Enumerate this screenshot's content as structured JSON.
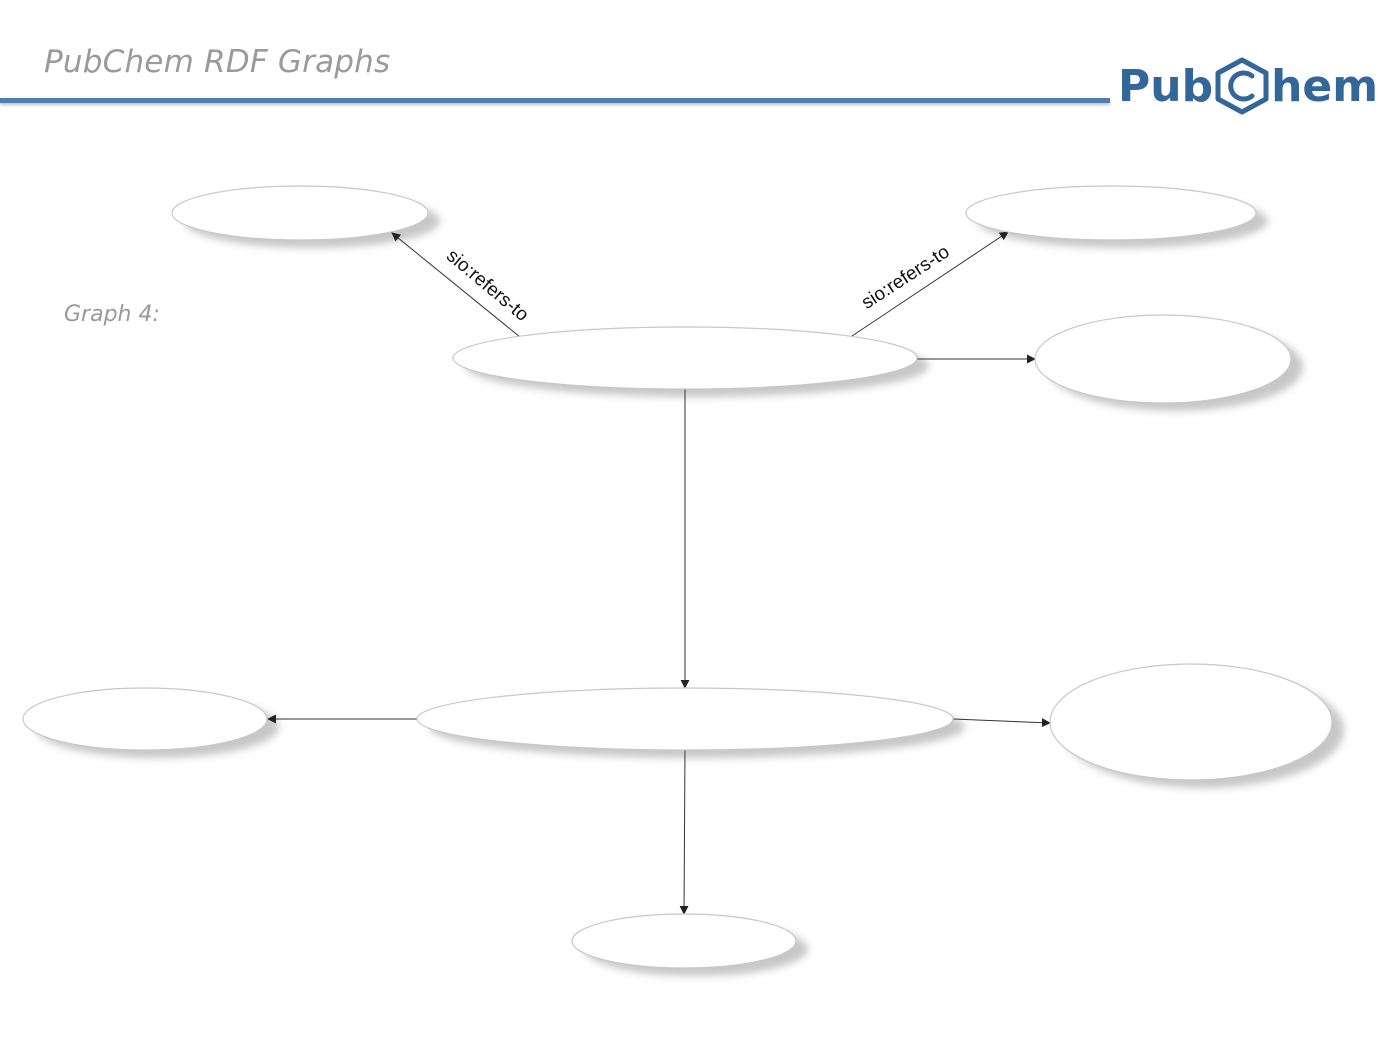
{
  "header": {
    "title": "PubChem RDF Graphs",
    "logo": {
      "text_before": "Pub",
      "text_after": "hem",
      "icon": "hexagon-c-icon",
      "color": "#336699"
    },
    "rule_color": "#4f7eb1"
  },
  "graph_label": "Graph 4:",
  "diagram": {
    "node_fill": "#ffffff",
    "node_stroke": "#c8c8c8",
    "edge_color": "#333333",
    "nodes": [
      {
        "id": "top-left",
        "label": ""
      },
      {
        "id": "top-right",
        "label": ""
      },
      {
        "id": "center-upper",
        "label": ""
      },
      {
        "id": "right-upper",
        "label": ""
      },
      {
        "id": "center-lower",
        "label": ""
      },
      {
        "id": "left-lower",
        "label": ""
      },
      {
        "id": "right-lower",
        "label": ""
      },
      {
        "id": "bottom",
        "label": ""
      }
    ],
    "edges": [
      {
        "from": "center-upper",
        "to": "top-left",
        "label": "sio:refers-to"
      },
      {
        "from": "center-upper",
        "to": "top-right",
        "label": "sio:refers-to"
      },
      {
        "from": "center-upper",
        "to": "right-upper",
        "label": ""
      },
      {
        "from": "center-upper",
        "to": "center-lower",
        "label": ""
      },
      {
        "from": "center-lower",
        "to": "left-lower",
        "label": ""
      },
      {
        "from": "center-lower",
        "to": "right-lower",
        "label": ""
      },
      {
        "from": "center-lower",
        "to": "bottom",
        "label": ""
      }
    ]
  }
}
